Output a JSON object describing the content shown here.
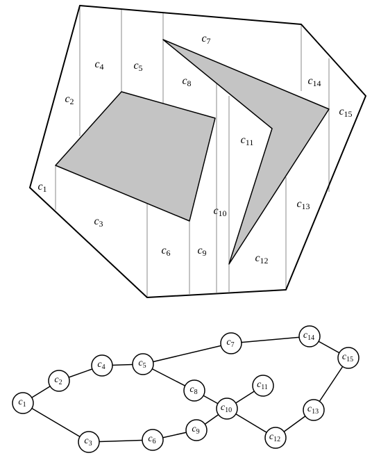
{
  "diagram": {
    "colors": {
      "obstacle_fill": "#c4c4c4",
      "stroke": "#000000",
      "divider": "#888888",
      "background": "#ffffff"
    },
    "cells": [
      {
        "id": "c1",
        "prefix": "c",
        "index": "1"
      },
      {
        "id": "c2",
        "prefix": "c",
        "index": "2"
      },
      {
        "id": "c3",
        "prefix": "c",
        "index": "3"
      },
      {
        "id": "c4",
        "prefix": "c",
        "index": "4"
      },
      {
        "id": "c5",
        "prefix": "c",
        "index": "5"
      },
      {
        "id": "c6",
        "prefix": "c",
        "index": "6"
      },
      {
        "id": "c7",
        "prefix": "c",
        "index": "7"
      },
      {
        "id": "c8",
        "prefix": "c",
        "index": "8"
      },
      {
        "id": "c9",
        "prefix": "c",
        "index": "9"
      },
      {
        "id": "c10",
        "prefix": "c",
        "index": "10"
      },
      {
        "id": "c11",
        "prefix": "c",
        "index": "11"
      },
      {
        "id": "c12",
        "prefix": "c",
        "index": "12"
      },
      {
        "id": "c13",
        "prefix": "c",
        "index": "13"
      },
      {
        "id": "c14",
        "prefix": "c",
        "index": "14"
      },
      {
        "id": "c15",
        "prefix": "c",
        "index": "15"
      }
    ],
    "graph_edges": [
      [
        "c1",
        "c2"
      ],
      [
        "c2",
        "c4"
      ],
      [
        "c4",
        "c5"
      ],
      [
        "c5",
        "c7"
      ],
      [
        "c7",
        "c14"
      ],
      [
        "c14",
        "c15"
      ],
      [
        "c15",
        "c13"
      ],
      [
        "c13",
        "c12"
      ],
      [
        "c12",
        "c10"
      ],
      [
        "c10",
        "c11"
      ],
      [
        "c10",
        "c8"
      ],
      [
        "c8",
        "c5"
      ],
      [
        "c10",
        "c9"
      ],
      [
        "c9",
        "c6"
      ],
      [
        "c6",
        "c3"
      ],
      [
        "c3",
        "c1"
      ]
    ]
  }
}
